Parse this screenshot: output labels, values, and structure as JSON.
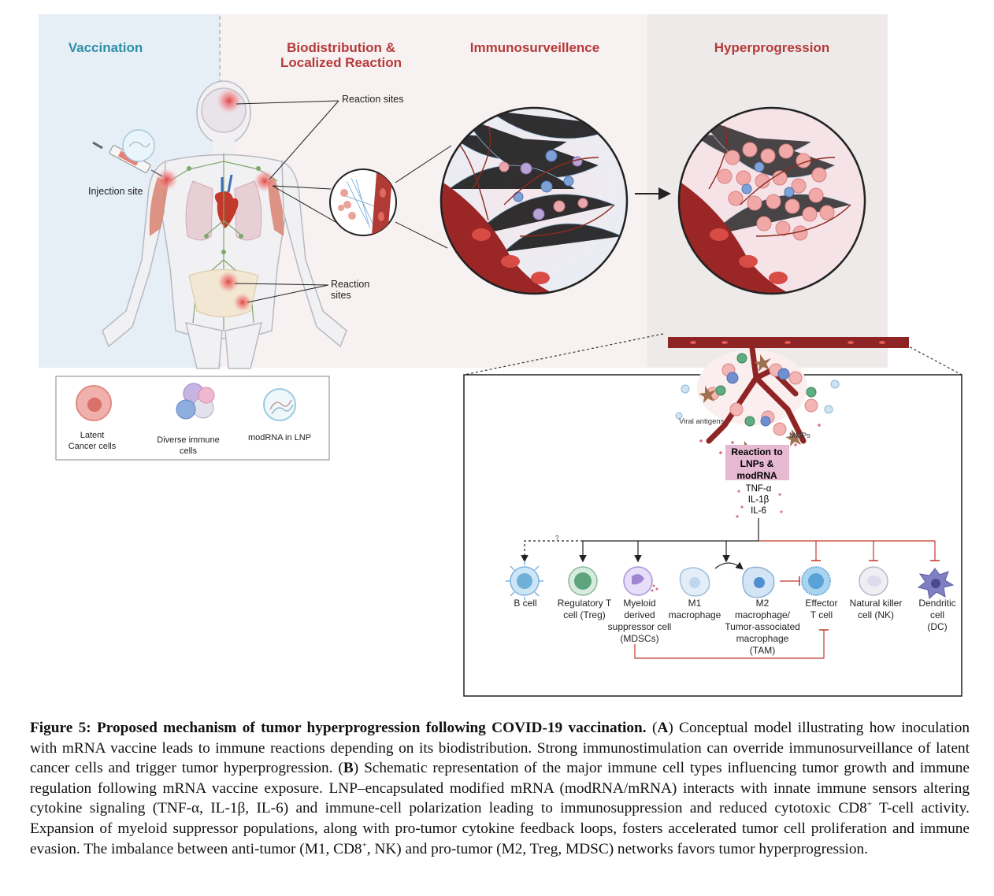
{
  "panelA": {
    "phases": [
      "Vaccination",
      "Biodistribution &",
      "Localized Reaction",
      "Immunosurveillence",
      "Hyperprogression"
    ],
    "labels": {
      "reaction_sites_top": "Reaction sites",
      "injection_site": "Injection site",
      "reaction_sites_lower_1": "Reaction",
      "reaction_sites_lower_2": "sites"
    },
    "legend": [
      {
        "line1": "Latent",
        "line2": "Cancer cells"
      },
      {
        "line1": "Diverse immune",
        "line2": "cells"
      },
      {
        "line1": "modRNA in LNP",
        "line2": ""
      }
    ]
  },
  "panelB": {
    "viral_antigens": "Viral antigens",
    "mmps": "MMPs",
    "reaction_box": [
      "Reaction to",
      "LNPs &",
      "modRNA"
    ],
    "cytokines": [
      "TNF-α",
      "IL-1β",
      "IL-6"
    ],
    "question_mark": "?",
    "cells": [
      {
        "lines": [
          "B cell"
        ]
      },
      {
        "lines": [
          "Regulatory T",
          "cell (Treg)"
        ]
      },
      {
        "lines": [
          "Myeloid",
          "derived",
          "suppressor cell",
          "(MDSCs)"
        ]
      },
      {
        "lines": [
          "M1",
          "macrophage"
        ]
      },
      {
        "lines": [
          "M2",
          "macrophage/",
          "Tumor-associated",
          "macrophage",
          "(TAM)"
        ]
      },
      {
        "lines": [
          "Effector",
          "T cell"
        ]
      },
      {
        "lines": [
          "Natural killer",
          "cell (NK)"
        ]
      },
      {
        "lines": [
          "Dendritic",
          "cell",
          "(DC)"
        ]
      }
    ]
  },
  "caption": {
    "lead": "Figure 5: Proposed mechanism of tumor hyperprogression following COVID-19 vaccination.",
    "part_a_label": "A",
    "part_a": "Conceptual model illustrating how inoculation with mRNA vaccine leads to immune reactions depending on its biodistribution. Strong immunostimulation can override immunosurveillance of latent cancer cells and trigger tumor hyperprogression.",
    "part_b_label": "B",
    "part_b_1": "Schematic representation of the major immune cell types influencing tumor growth and immune regulation following mRNA vaccine exposure. LNP–encapsulated modified mRNA (modRNA/mRNA) interacts with innate immune sensors altering cytokine signaling (TNF-α, IL-1β, IL-6) and immune-cell polarization leading to immunosuppression and reduced cytotoxic CD8",
    "sup_plus": "+",
    "part_b_2": " T-cell activity. Expansion of myeloid suppressor populations, along with pro-tumor cytokine feedback loops, fosters accelerated tumor cell proliferation and immune evasion. The imbalance between anti-tumor (M1, CD8",
    "part_b_3": ", NK) and pro-tumor (M2, Treg, MDSC) networks favors tumor hyperprogression."
  },
  "colors": {
    "vaccination_bg": "#e6eef6",
    "biodistribution_bg": "#f8f1f1",
    "hyperprogression_bg": "#eeeaea",
    "teal_title": "#2f8fa8",
    "red_title": "#b53a3a",
    "vessel": "#8f2424",
    "inhibition_line": "#c0392b",
    "reaction_box": "#e6b9d3"
  }
}
